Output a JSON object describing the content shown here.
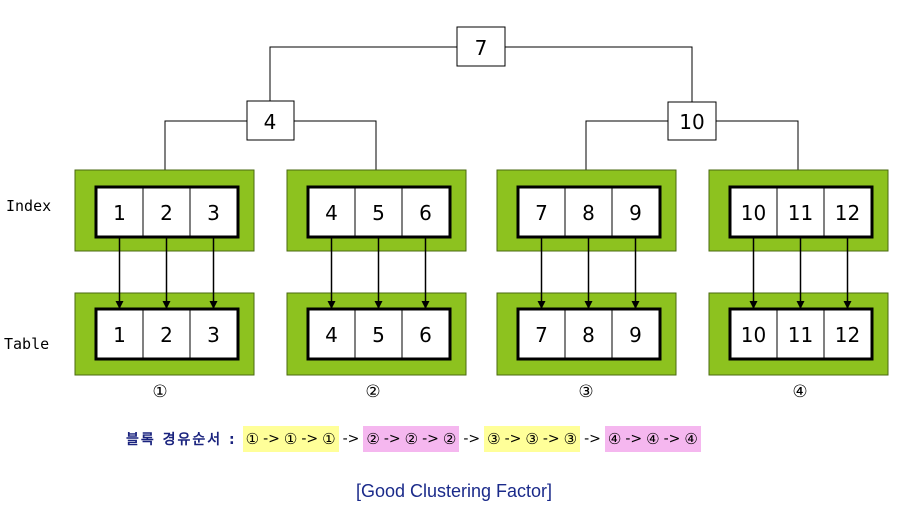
{
  "colors": {
    "green": "#8dc21f",
    "highlight_yellow": "#ffff99",
    "highlight_pink": "#f5b7ef",
    "caption": "#1a2a8a"
  },
  "tree": {
    "root": "7",
    "level2": [
      "4",
      "10"
    ]
  },
  "row_labels": {
    "index": "Index",
    "table": "Table"
  },
  "index_blocks": [
    [
      "1",
      "2",
      "3"
    ],
    [
      "4",
      "5",
      "6"
    ],
    [
      "7",
      "8",
      "9"
    ],
    [
      "10",
      "11",
      "12"
    ]
  ],
  "table_blocks": [
    [
      "1",
      "2",
      "3"
    ],
    [
      "4",
      "5",
      "6"
    ],
    [
      "7",
      "8",
      "9"
    ],
    [
      "10",
      "11",
      "12"
    ]
  ],
  "block_numbers": [
    "①",
    "②",
    "③",
    "④"
  ],
  "access_order": {
    "label": "블록 경유순서 :",
    "arrow": "->",
    "sequence": [
      "①",
      "①",
      "①",
      "②",
      "②",
      "②",
      "③",
      "③",
      "③",
      "④",
      "④",
      "④"
    ]
  },
  "caption": "[Good Clustering Factor]"
}
